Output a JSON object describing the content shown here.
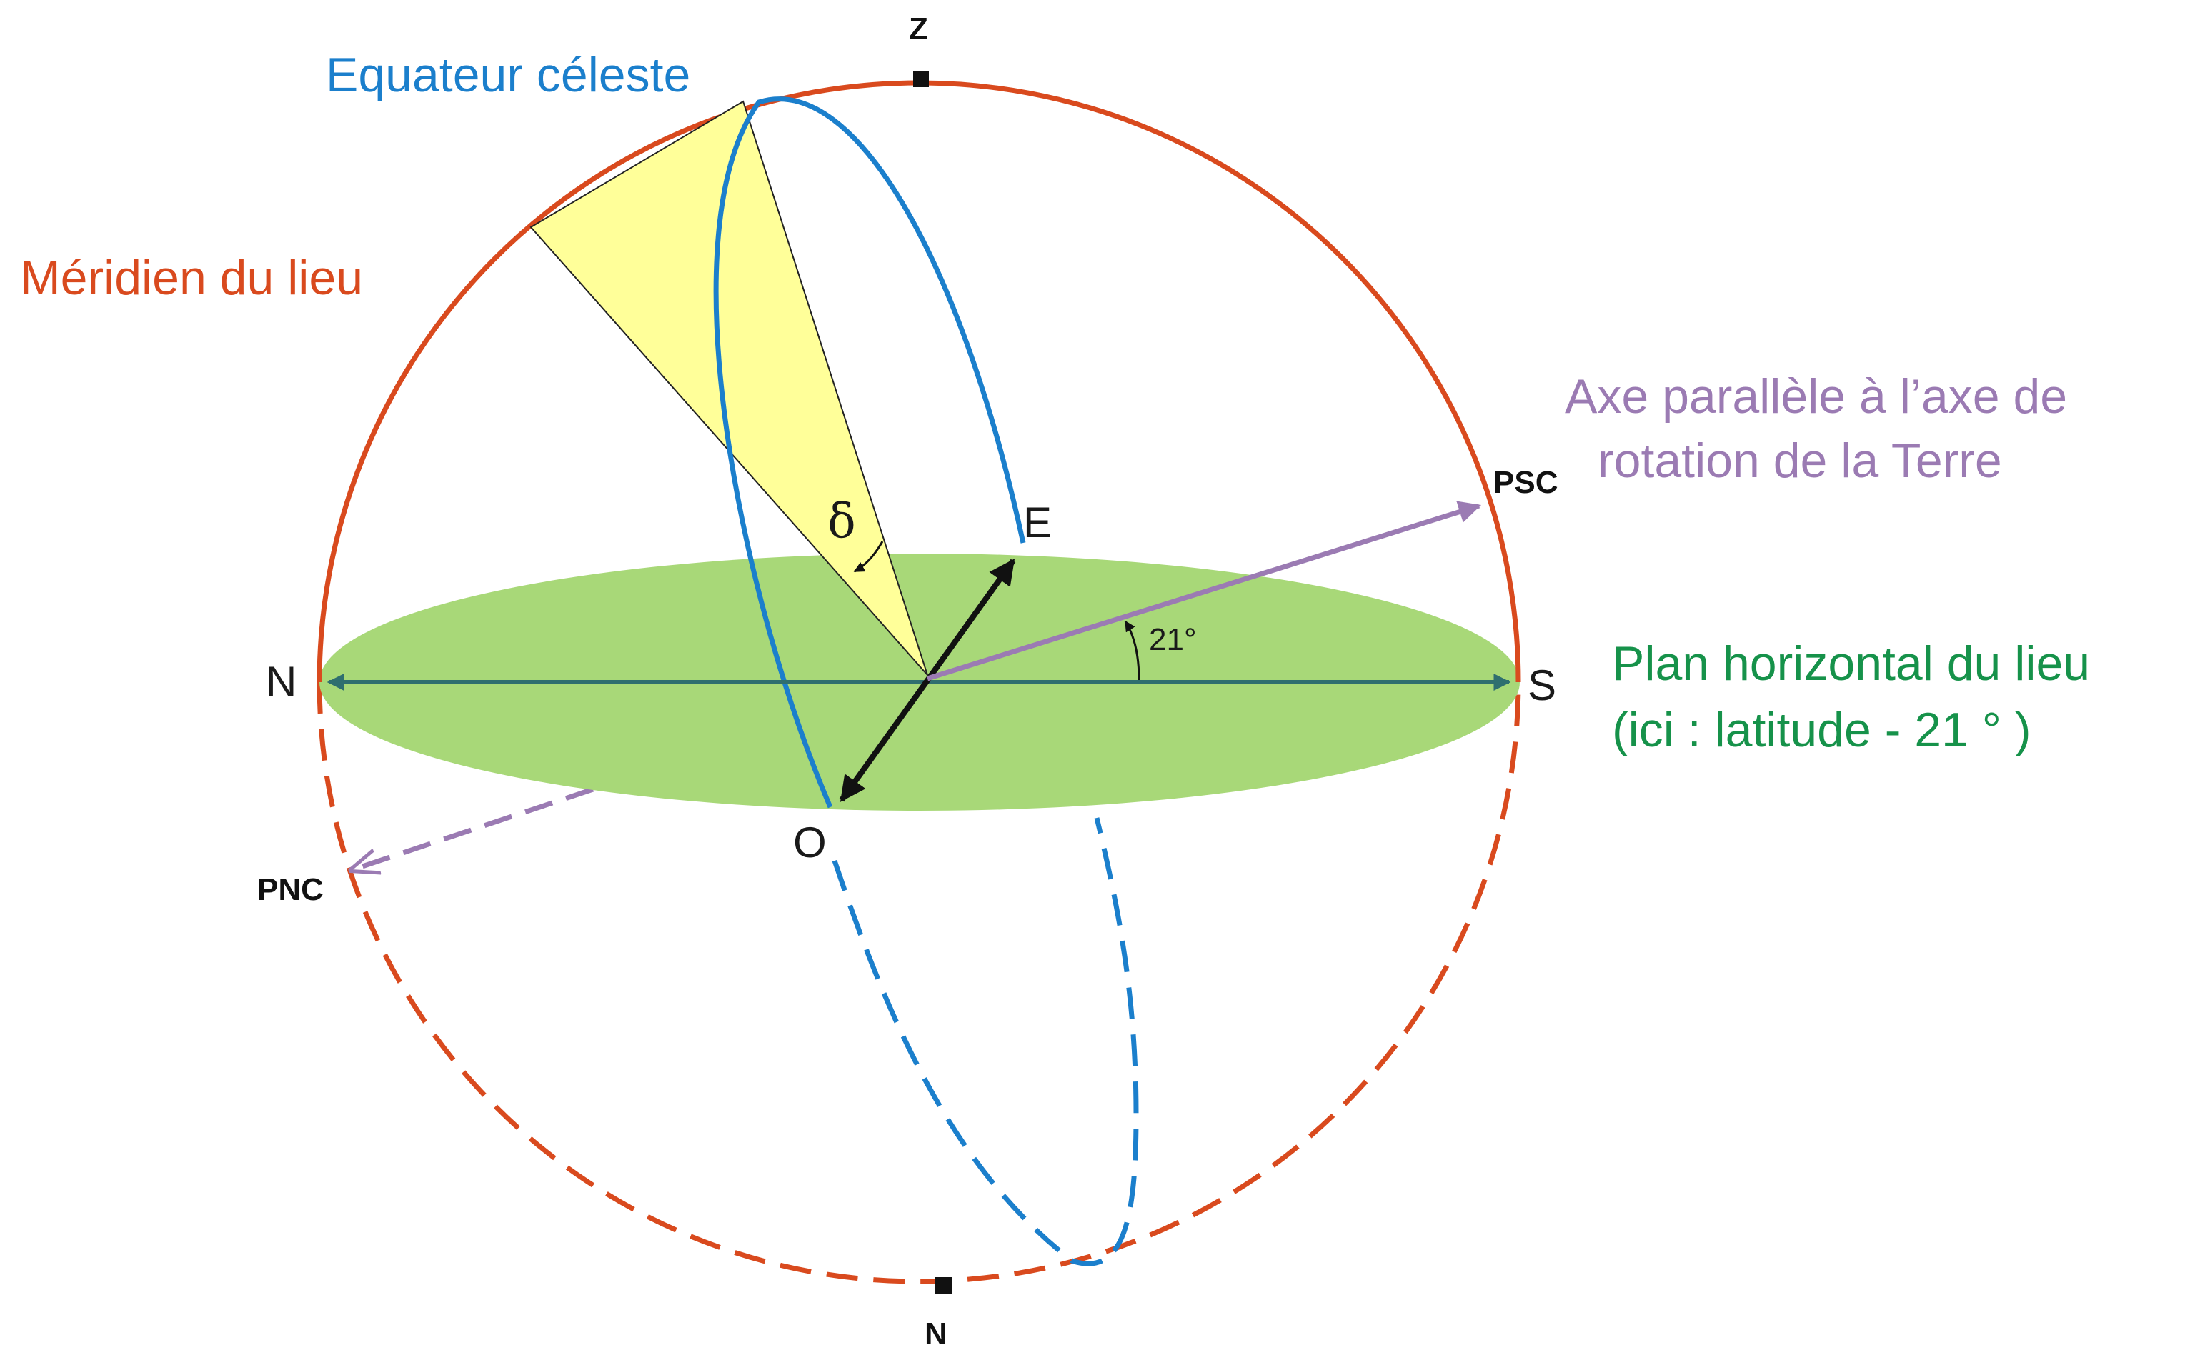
{
  "labels": {
    "zenith": "Z",
    "nadir": "N",
    "celestial_equator": "Equateur céleste",
    "local_meridian": "Méridien du lieu",
    "axis_line1": "Axe parallèle à l’axe de",
    "axis_line2": "rotation de la Terre",
    "psc": "PSC",
    "pnc": "PNC",
    "east": "E",
    "west": "O",
    "north": "N",
    "south": "S",
    "horizon_line1": "Plan horizontal du lieu",
    "horizon_line2": "(ici : latitude - 21 ° )",
    "angle_21": "21°",
    "delta": "δ"
  },
  "colors": {
    "meridian": "#d94a1e",
    "equator": "#1b7fcc",
    "axis": "#9b7bb3",
    "horizon_fill": "#a8d878",
    "horizon_axis": "#2f6f6f",
    "sector_fill": "#ffff99",
    "horizon_text": "#16924a"
  }
}
